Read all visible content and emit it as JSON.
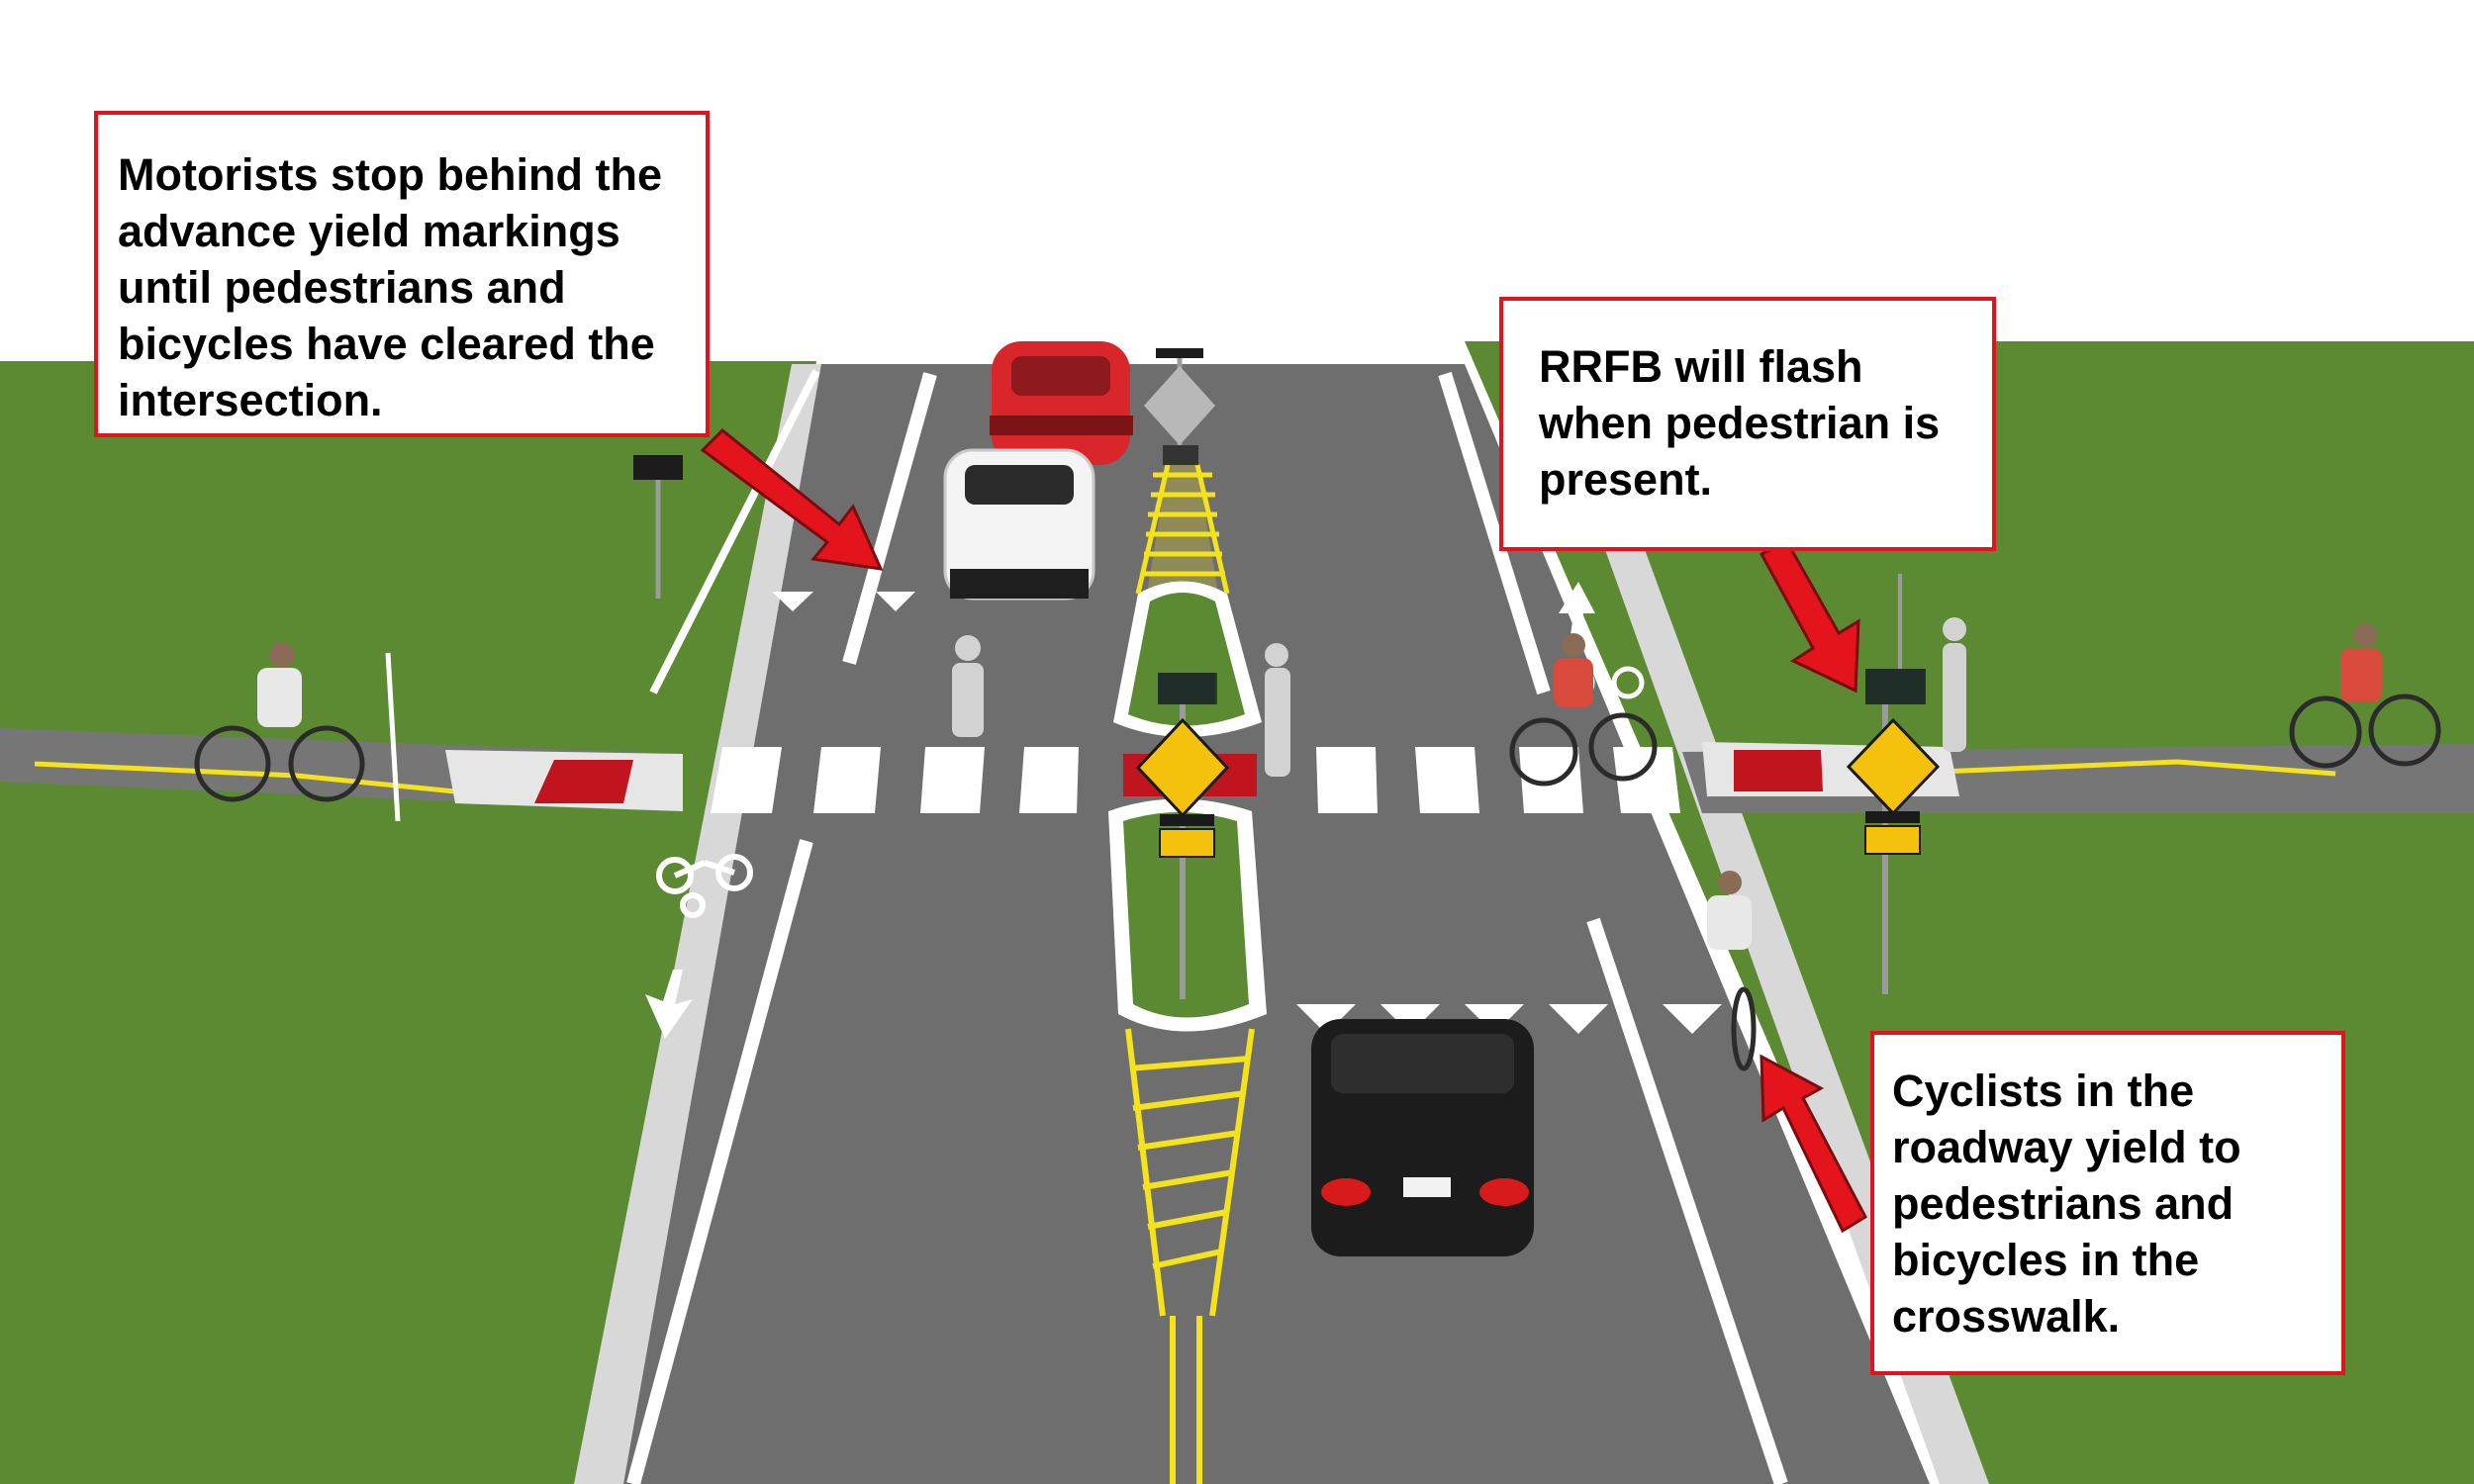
{
  "callouts": {
    "motorists": "Motorists stop behind the advance yield markings until pedestrians and bicycles have cleared the intersection.",
    "rrfb": "RRFB will flash when pedestrian is present.",
    "cyclists": "Cyclists in the roadway yield to pedestrians and bicycles in the crosswalk."
  },
  "colors": {
    "grass": "#5b8a32",
    "asphalt": "#6e6e6e",
    "sidewalk": "#d8d8d8",
    "marking_white": "#ffffff",
    "marking_yellow": "#f3e21c",
    "crosswalk_red": "#c0141e",
    "callout_border": "#e0141e",
    "arrow_red": "#e4141c",
    "sign_yellow": "#f4c20d",
    "car_red": "#d9262a",
    "car_white": "#f4f4f4",
    "car_black": "#1c1c1c"
  },
  "icons": [
    "pedestrian-crossing-sign",
    "bicycle-crossing-sign",
    "diagonal-arrow-plaque",
    "rrfb-solar-panel",
    "bike-lane-symbol",
    "lane-direction-arrow"
  ]
}
